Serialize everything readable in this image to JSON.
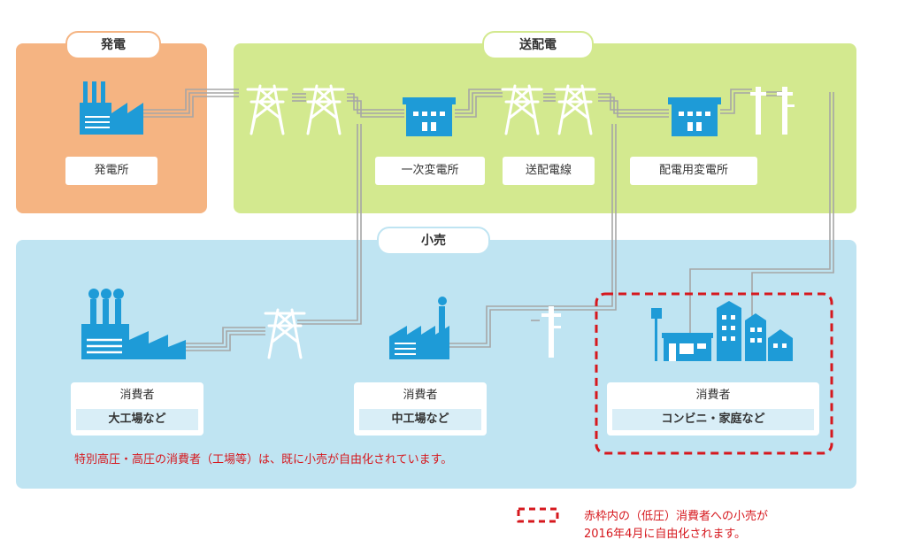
{
  "sections": {
    "generation": "発電",
    "transmission": "送配電",
    "retail": "小売"
  },
  "facilities": {
    "power_plant": "発電所",
    "primary_substation": "一次変電所",
    "transmission_line": "送配電線",
    "distribution_substation": "配電用変電所"
  },
  "consumers": [
    {
      "label": "消費者",
      "type": "大工場など"
    },
    {
      "label": "消費者",
      "type": "中工場など"
    },
    {
      "label": "消費者",
      "type": "コンビニ・家庭など"
    }
  ],
  "notes": {
    "liberalized": "特別高圧・高圧の消費者（工場等）は、既に小売が自由化されています。",
    "legend_line1": "赤枠内の（低圧）消費者への小売が",
    "legend_line2": "2016年4月に自由化されます。"
  },
  "colors": {
    "generation_bg": "#f5b482",
    "transmission_bg": "#d3e98f",
    "retail_bg": "#bfe4f2",
    "icon_blue": "#1e9bd7",
    "accent_red": "#d6181e",
    "wire": "#a6a6a6"
  }
}
